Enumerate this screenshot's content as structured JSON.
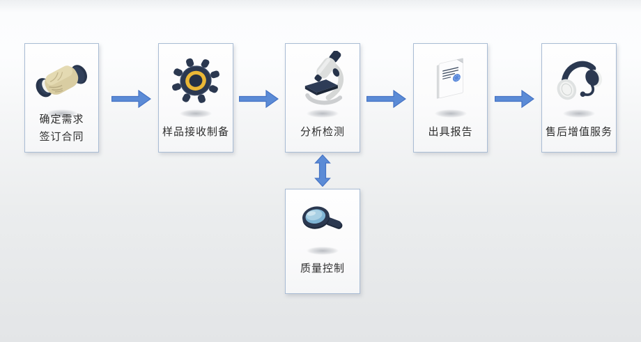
{
  "flow": {
    "steps": [
      {
        "icon": "handshake-icon",
        "label": "确定需求",
        "label2": "签订合同"
      },
      {
        "icon": "gear-icon",
        "label": "样品接收制备"
      },
      {
        "icon": "microscope-icon",
        "label": "分析检测"
      },
      {
        "icon": "report-icon",
        "label": "出具报告"
      },
      {
        "icon": "headset-icon",
        "label": "售后增值服务"
      }
    ],
    "branch": {
      "icon": "magnifier-icon",
      "label": "质量控制"
    }
  },
  "colors": {
    "arrow_fill": "#5b8bd6",
    "arrow_border": "#4472c4",
    "box_border": "#a9bcd4",
    "text": "#2d2d2d",
    "icon_navy": "#2b3850",
    "icon_tan": "#d9cda2",
    "icon_yellow": "#eab736",
    "icon_lens_blue": "#7fb4d4",
    "seal_blue": "#4d80d8"
  }
}
